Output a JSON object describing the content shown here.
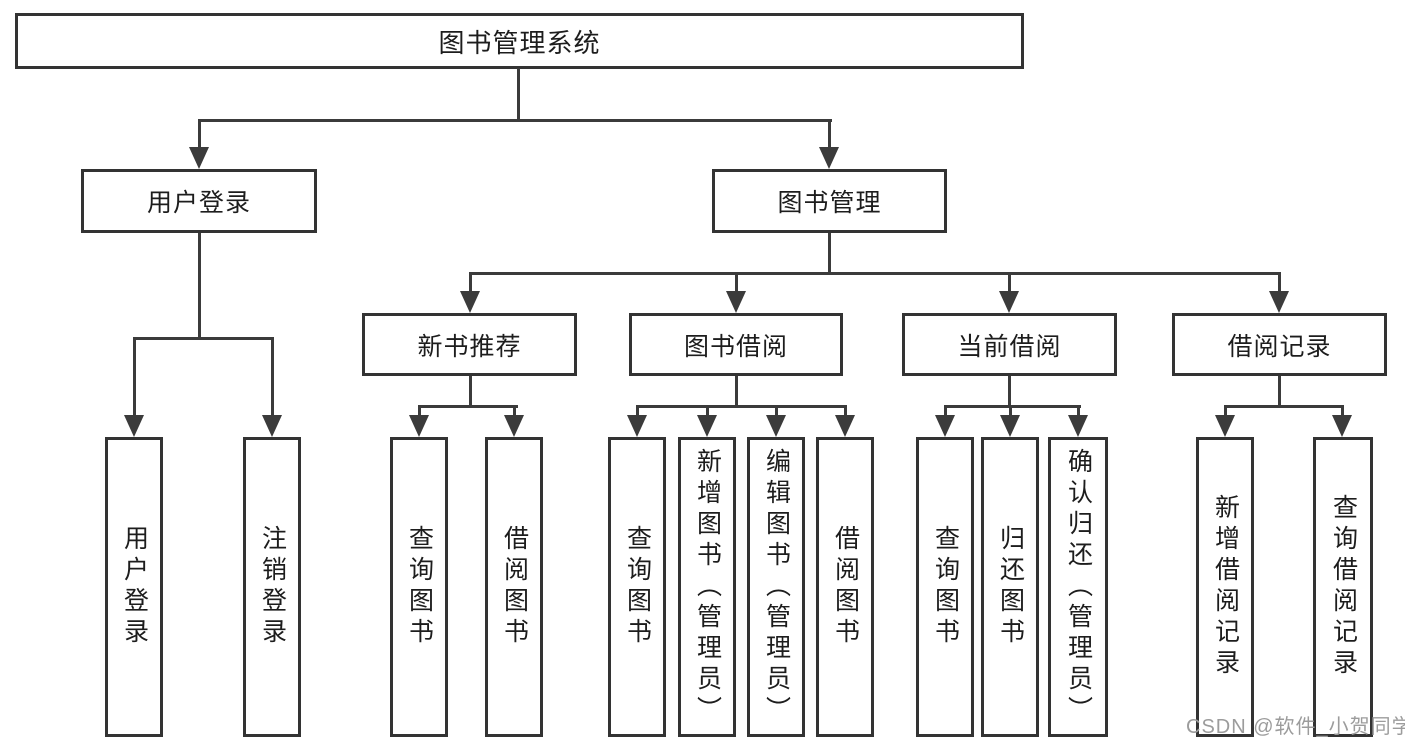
{
  "tree": {
    "root": {
      "label": "图书管理系统"
    },
    "branches": [
      {
        "label": "用户登录",
        "children": [
          {
            "label": "用户登录"
          },
          {
            "label": "注销登录"
          }
        ]
      },
      {
        "label": "图书管理",
        "children": [
          {
            "label": "新书推荐",
            "children": [
              {
                "label": "查询图书"
              },
              {
                "label": "借阅图书"
              }
            ]
          },
          {
            "label": "图书借阅",
            "children": [
              {
                "label": "查询图书"
              },
              {
                "label": "新增图书（管理员）"
              },
              {
                "label": "编辑图书（管理员）"
              },
              {
                "label": "借阅图书"
              }
            ]
          },
          {
            "label": "当前借阅",
            "children": [
              {
                "label": "查询图书"
              },
              {
                "label": "归还图书"
              },
              {
                "label": "确认归还（管理员）"
              }
            ]
          },
          {
            "label": "借阅记录",
            "children": [
              {
                "label": "新增借阅记录"
              },
              {
                "label": "查询借阅记录"
              }
            ]
          }
        ]
      }
    ]
  },
  "watermark": {
    "text": "CSDN @软件_小贺同学",
    "color": "#9c9c9c"
  },
  "colors": {
    "line": "#3b3b3b",
    "box_border": "#333333",
    "text": "#1d1d1d",
    "background": "#ffffff"
  }
}
